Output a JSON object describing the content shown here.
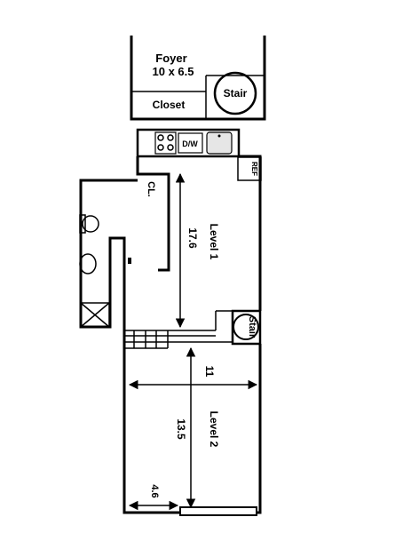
{
  "rooms": {
    "foyer_name": "Foyer",
    "foyer_size": "10 x 6.5",
    "closet": "Closet",
    "stair_upper": "Stair",
    "stair_lower": "Stair",
    "dw": "D/W",
    "ref": "REF",
    "cl": "CL."
  },
  "levels": {
    "level1": "Level 1",
    "level2": "Level 2"
  },
  "dimensions": {
    "d1": "17.6",
    "d2": "11",
    "d3": "13.5",
    "d4": "4.6"
  }
}
